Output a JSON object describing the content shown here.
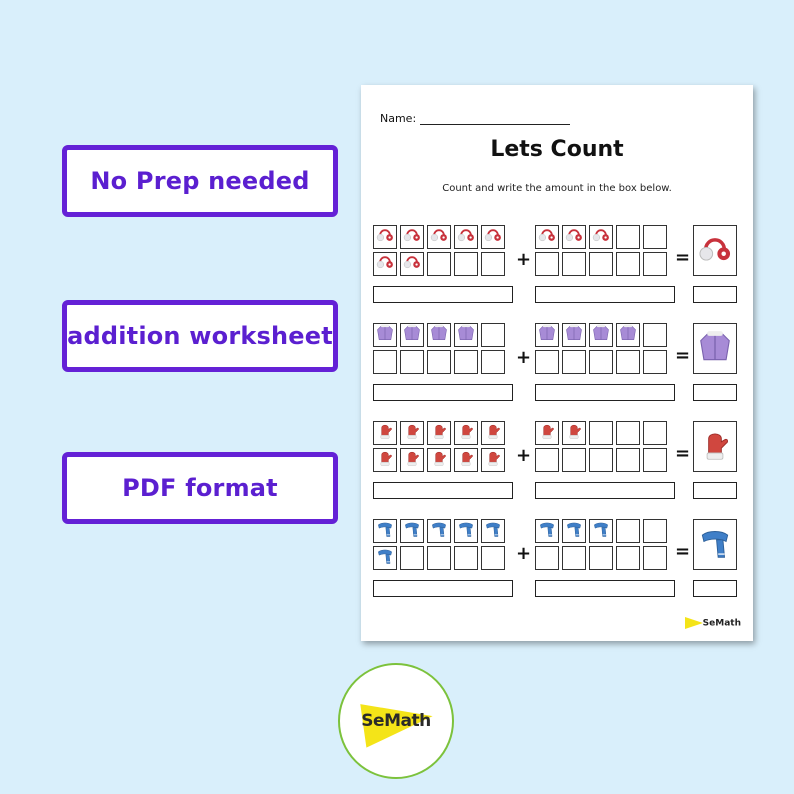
{
  "features": [
    {
      "label": "No Prep needed"
    },
    {
      "label": "addition worksheet"
    },
    {
      "label": "PDF format"
    }
  ],
  "worksheet": {
    "name_label": "Name:",
    "title": "Lets Count",
    "instruction": "Count and write the amount in the box below.",
    "plus_sign": "+",
    "equals_sign": "=",
    "problems": [
      {
        "item": "earmuffs-icon",
        "color": "#c8323c",
        "first_count": 7,
        "second_count": 3
      },
      {
        "item": "jacket-icon",
        "color": "#a78bd6",
        "first_count": 4,
        "second_count": 4
      },
      {
        "item": "mitten-icon",
        "color": "#d0473f",
        "first_count": 10,
        "second_count": 2
      },
      {
        "item": "scarf-icon",
        "color": "#3f7fc8",
        "first_count": 6,
        "second_count": 3
      }
    ],
    "footer_logo": "SeMath"
  },
  "brand": {
    "logo_text": "SeMath",
    "accent_color": "#6421d6",
    "logo_yellow": "#f4e418",
    "logo_ring": "#7cc23c",
    "background": "#d9effb"
  }
}
